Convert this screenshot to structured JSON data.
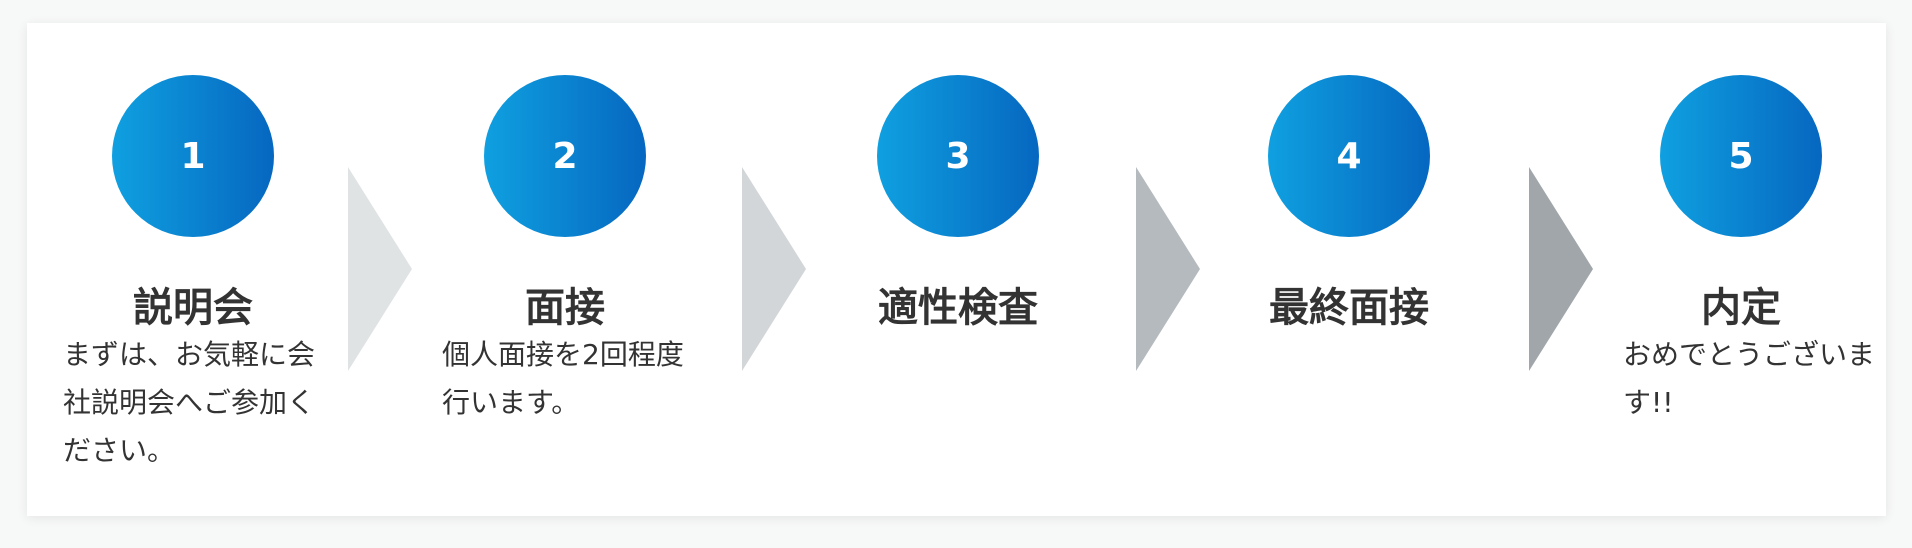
{
  "steps": [
    {
      "number": "1",
      "title": "説明会",
      "description": "まずは、お気軽に会社説明会へご参加ください。"
    },
    {
      "number": "2",
      "title": "面接",
      "description": "個人面接を2回程度行います。"
    },
    {
      "number": "3",
      "title": "適性検査",
      "description": ""
    },
    {
      "number": "4",
      "title": "最終面接",
      "description": ""
    },
    {
      "number": "5",
      "title": "内定",
      "description": "おめでとうございます!!"
    }
  ],
  "colors": {
    "circle_start": "#0fa0e0",
    "circle_end": "#0667c0",
    "arrows": [
      "#e0e3e4",
      "#d2d6d8",
      "#b4babd",
      "#a0a6a9"
    ]
  }
}
